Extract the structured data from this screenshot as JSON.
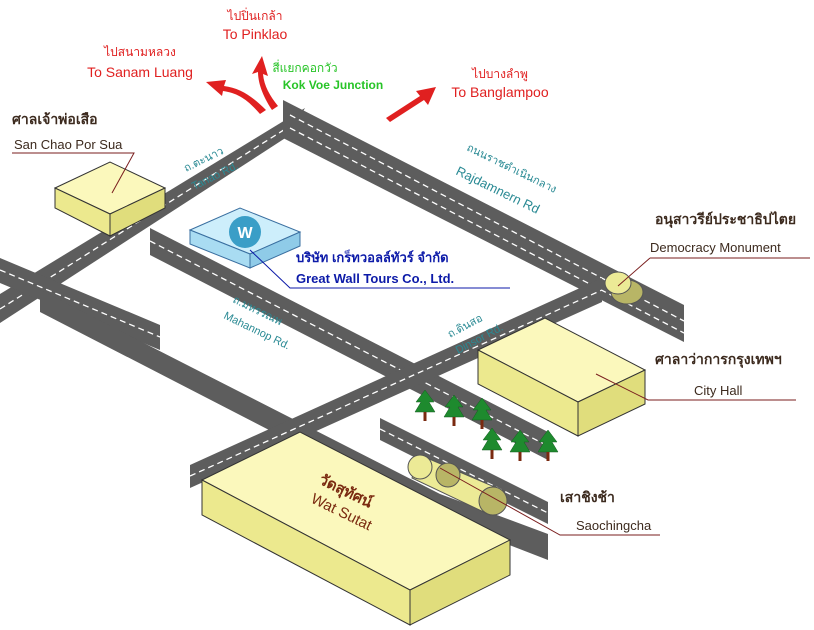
{
  "directions": {
    "pinklao_th": "ไปปิ่นเกล้า",
    "pinklao_en": "To Pinklao",
    "sanam_th": "ไปสนามหลวง",
    "sanam_en": "To Sanam Luang",
    "junction_th": "สี่แยกคอกวัว",
    "junction_en": "Kok Voe Junction",
    "banglampoo_th": "ไปบางลำพู",
    "banglampoo_en": "To Banglampoo"
  },
  "roads": {
    "tanao_th": "ถ.ตะนาว",
    "tanao_en": "Tanao Rd.",
    "rajdamnern_th": "ถนนราชดำเนินกลาง",
    "rajdamnern_en": "Rajdamnern Rd",
    "mahannop_th": "ถ.มหรรณพ",
    "mahannop_en": "Mahannop Rd.",
    "dinsor_th": "ถ.ดินสอ",
    "dinsor_en": "Dinsor Rd."
  },
  "landmarks": {
    "shrine_th": "ศาลเจ้าพ่อเสือ",
    "shrine_en": "San Chao Por Sua",
    "democracy_th": "อนุสาวรีย์ประชาธิปไตย",
    "democracy_en": "Democracy Monument",
    "cityhall_th": "ศาลาว่าการกรุงเทพฯ",
    "cityhall_en": "City Hall",
    "watsutat_th": "วัดสุทัศน์",
    "watsutat_en": "Wat Sutat",
    "swing_th": "เสาชิงช้า",
    "swing_en": "Saochingcha"
  },
  "company": {
    "name_th": "บริษัท เกร็ทวอลล์ทัวร์ จำกัด",
    "name_en": "Great Wall Tours Co., Ltd.",
    "logo_letter": "W"
  },
  "colors": {
    "road": "#5d5d5d",
    "block": "#fbf8bc",
    "direction_text": "#e02020",
    "junction_text": "#27c427",
    "road_text": "#2a8a94",
    "company_text": "#0c1aa8",
    "landmark_text": "#3c2a1e"
  }
}
